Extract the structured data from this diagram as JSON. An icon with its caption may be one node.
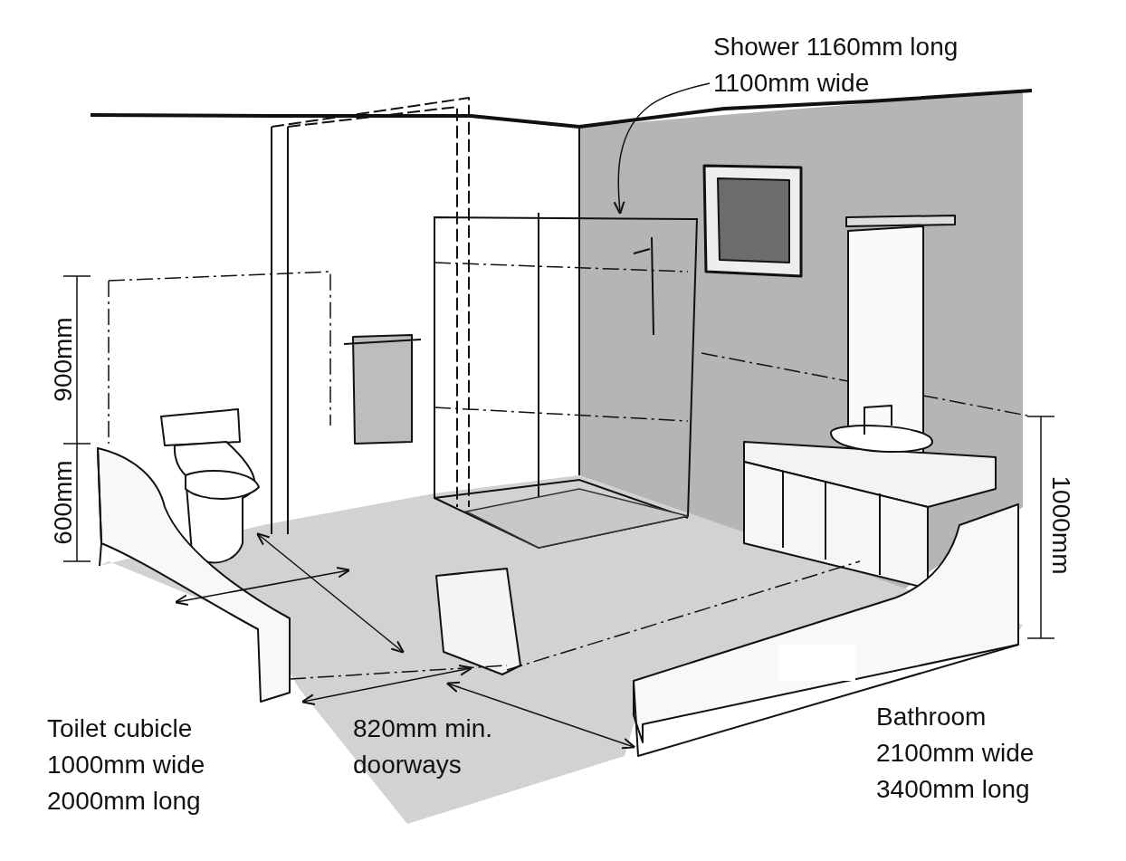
{
  "diagram": {
    "nodes": [
      {
        "text": [
          "Shower 1160mm long 1100mm wide"
        ]
      },
      {
        "text": [],
        "shape": "picture"
      }
    ],
    "edges": [
      {
        "from": 0,
        "to": 1,
        "arrow": "to"
      }
    ],
    "labels": [
      "900mm",
      "600mm",
      "1000mm",
      "Toilet cubicle 1000mm wide 2000mm long",
      "820mm min. doorways",
      "Bathroom 2100mm wide 3400mm long"
    ]
  }
}
